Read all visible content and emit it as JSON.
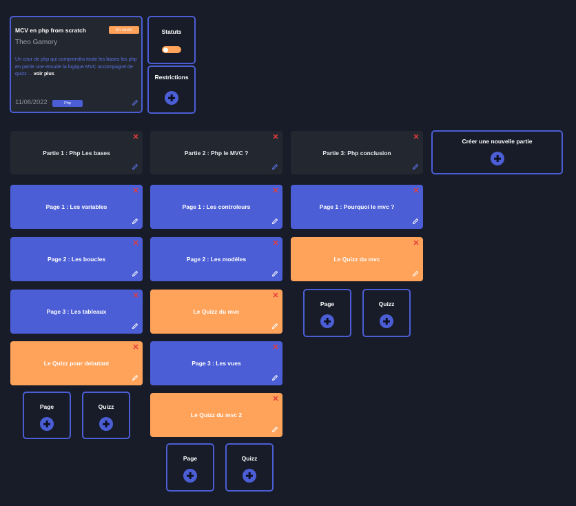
{
  "course": {
    "title": "MCV en php from scratch",
    "status_badge": "En cours",
    "author": "Theo Gamory",
    "description": "Un cour de php qui comprendra toute les bases les php en partie une ensuite la logique MVC accompagné de quizz ...",
    "see_more": "voir plus",
    "date": "11/06/2022",
    "tag": "Php"
  },
  "status_panel": {
    "label": "Statuts"
  },
  "restrictions_panel": {
    "label": "Restrictions"
  },
  "new_part": {
    "label": "Créer une nouvelle partie"
  },
  "add_labels": {
    "page": "Page",
    "quizz": "Quizz"
  },
  "parts": [
    {
      "title": "Partie 1 : Php Les bases",
      "items": [
        {
          "type": "page",
          "label": "Page 1 : Les variables"
        },
        {
          "type": "page",
          "label": "Page 2 : Les boucles"
        },
        {
          "type": "page",
          "label": "Page 3 : Les tableaux"
        },
        {
          "type": "quiz",
          "label": "Le Quizz pour debutant"
        }
      ]
    },
    {
      "title": "Partie 2 : Php le MVC ?",
      "items": [
        {
          "type": "page",
          "label": "Page 1 : Les controleurs"
        },
        {
          "type": "page",
          "label": "Page 2 : Les modéles"
        },
        {
          "type": "quiz",
          "label": "Le Quizz du mvc"
        },
        {
          "type": "page",
          "label": "Page 3 : Les vues"
        },
        {
          "type": "quiz",
          "label": "Le Quizz du mvc 2"
        }
      ]
    },
    {
      "title": "Partie 3: Php conclusion",
      "items": [
        {
          "type": "page",
          "label": "Page 1 : Pourquoi le mvc ?"
        },
        {
          "type": "quiz",
          "label": "Le Quizz du mvc"
        }
      ]
    }
  ],
  "colors": {
    "background": "#181c28",
    "accent_blue": "#4b5ed6",
    "accent_orange": "#ffa25a",
    "card_dark": "#23272f",
    "close_red": "#e53b3b"
  }
}
